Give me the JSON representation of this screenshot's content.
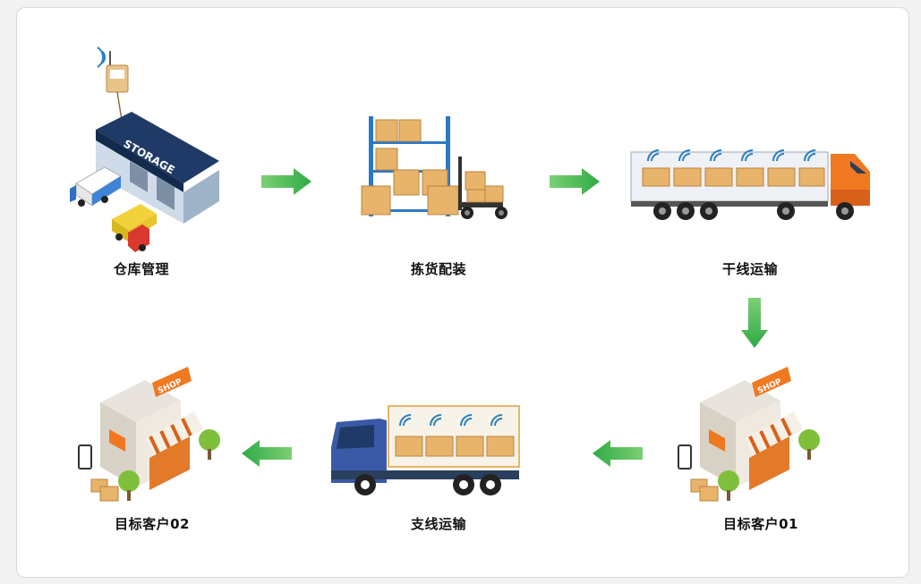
{
  "steps": [
    {
      "label": "仓库管理"
    },
    {
      "label": "拣货配装"
    },
    {
      "label": "干线运输"
    },
    {
      "label": "目标客户01"
    },
    {
      "label": "支线运输"
    },
    {
      "label": "目标客户02"
    }
  ],
  "storage_sign": "STORAGE",
  "shop_sign": "SHOP",
  "colors": {
    "arrow": "#3cb44a",
    "box": "#e8b36a",
    "truck_cab_orange": "#f07820",
    "truck_cab_blue": "#3a5aa8",
    "wifi": "#2a7fc0"
  }
}
